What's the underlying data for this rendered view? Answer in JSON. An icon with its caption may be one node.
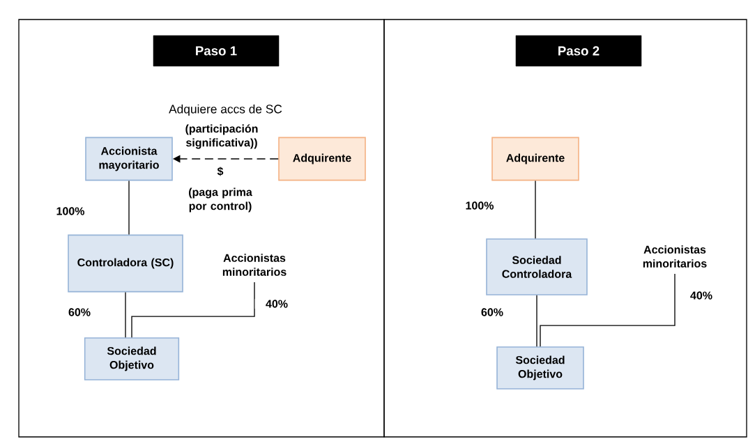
{
  "diagram": {
    "nodes": [
      {
        "text": [
          "Paso 1"
        ]
      },
      {
        "text": [
          "Accionista mayoritario"
        ]
      },
      {
        "text": [
          "Adquirente"
        ]
      },
      {
        "text": [
          "Controladora (SC)"
        ]
      },
      {
        "text": [
          "Sociedad Objetivo"
        ]
      },
      {
        "text": [
          "Accionistas minoritarios"
        ]
      },
      {
        "text": [
          "Paso 2"
        ]
      },
      {
        "text": [
          "Adquirente"
        ]
      },
      {
        "text": [
          "Sociedad Controladora"
        ]
      },
      {
        "text": [
          "Sociedad Objetivo"
        ]
      },
      {
        "text": [
          "Accionistas minoritarios"
        ]
      }
    ],
    "edges": [
      {
        "from": 2,
        "to": 1,
        "arrow": "to",
        "style": "dashed",
        "label": "Adquiere accs de SC"
      },
      {
        "from": 1,
        "to": 3,
        "arrow": "none"
      },
      {
        "from": 3,
        "to": 4,
        "arrow": "none"
      },
      {
        "from": 5,
        "to": 4,
        "arrow": "none"
      },
      {
        "from": 7,
        "to": 8,
        "arrow": "none"
      },
      {
        "from": 8,
        "to": 9,
        "arrow": "none"
      },
      {
        "from": 10,
        "to": 9,
        "arrow": "none"
      }
    ],
    "labels": [
      "(participación significativa))",
      "$",
      "(paga prima por control)",
      "100%",
      "60%",
      "40%",
      "100%",
      "60%",
      "40%"
    ]
  }
}
